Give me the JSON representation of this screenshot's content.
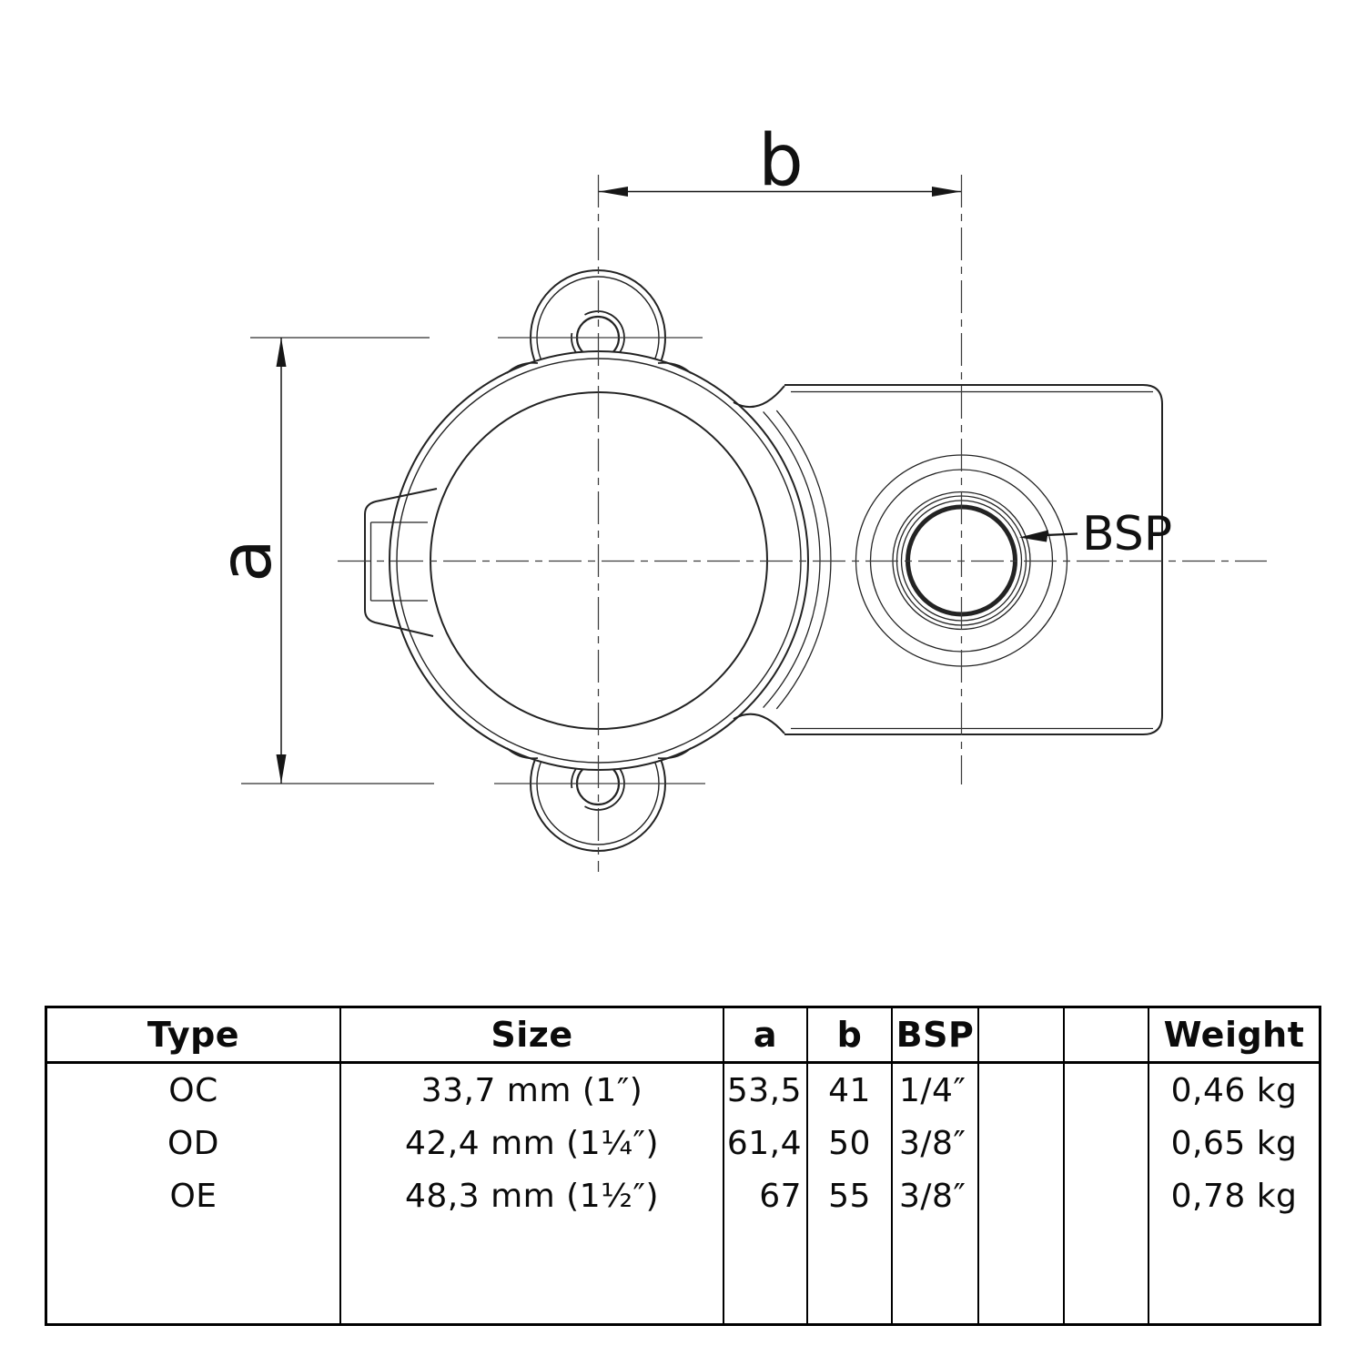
{
  "page": {
    "background": "#ffffff",
    "line_color": "#232323"
  },
  "drawing": {
    "dim_a_label": "a",
    "dim_b_label": "b",
    "bsp_label": "BSP"
  },
  "table": {
    "headers": [
      "Type",
      "Size",
      "a",
      "b",
      "BSP",
      "",
      "",
      "Weight"
    ],
    "rows": [
      [
        "OC",
        "33,7 mm (1″)",
        "53,5",
        "41",
        "1/4″",
        "",
        "",
        "0,46 kg"
      ],
      [
        "OD",
        "42,4 mm (1¼″)",
        "61,4",
        "50",
        "3/8″",
        "",
        "",
        "0,65 kg"
      ],
      [
        "OE",
        "48,3 mm (1½″)",
        "67",
        "55",
        "3/8″",
        "",
        "",
        "0,78 kg"
      ]
    ]
  }
}
